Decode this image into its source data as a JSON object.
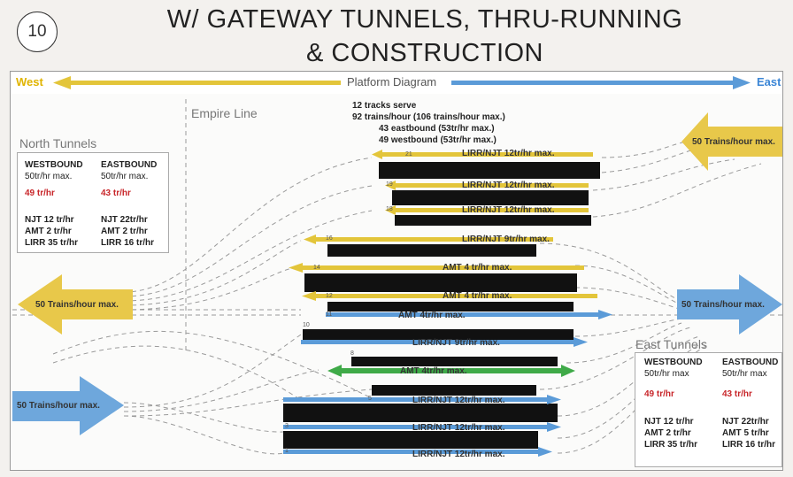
{
  "badge": "10",
  "title_line1": "W/ GATEWAY TUNNELS, THRU-RUNNING",
  "title_line2": "& CONSTRUCTION",
  "header": {
    "west": "West",
    "platform": "Platform Diagram",
    "east": "East"
  },
  "empire_line": "Empire Line",
  "summary": [
    "12 tracks serve",
    "92 trains/hour (106 trains/hour max.)",
    "43 eastbound (53tr/hr max.)",
    "49 westbound (53tr/hr max.)"
  ],
  "north_tunnels": {
    "title": "North Tunnels",
    "west_head": "WESTBOUND",
    "west_max": "50tr/hr max.",
    "west_rate": "49 tr/hr",
    "west_lines": [
      "NJT 12 tr/hr",
      "AMT 2 tr/hr",
      "LIRR 35 tr/hr"
    ],
    "east_head": "EASTBOUND",
    "east_max": "50tr/hr max.",
    "east_rate": "43 tr/hr",
    "east_lines": [
      "NJT 22tr/hr",
      "AMT 2 tr/hr",
      "LIRR 16 tr/hr"
    ]
  },
  "east_tunnels": {
    "title": "East Tunnels",
    "west_head": "WESTBOUND",
    "west_max": "50tr/hr max",
    "west_rate": "49 tr/hr",
    "west_lines": [
      "NJT 12 tr/hr",
      "AMT 2 tr/hr",
      "LIRR 35 tr/hr"
    ],
    "east_head": "EASTBOUND",
    "east_max": "50tr/hr max",
    "east_rate": "43 tr/hr",
    "east_lines": [
      "NJT 22tr/hr",
      "AMT 5 tr/hr",
      "LIRR 16 tr/hr"
    ]
  },
  "big_arrows": {
    "ne": "50 Trains/hour max.",
    "w": "50 Trains/hour max.",
    "e": "50 Trains/hour max.",
    "sw": "50 Trains/hour max."
  },
  "tracks": [
    {
      "num": "21",
      "label": "LIRR/NJT 12tr/hr max.",
      "color": "#e3c53a"
    },
    {
      "num": "19",
      "label": "LIRR/NJT 12tr/hr max.",
      "color": "#e3c53a"
    },
    {
      "num": "18",
      "label": "LIRR/NJT 12tr/hr max.",
      "color": "#e3c53a"
    },
    {
      "num": "16",
      "label": "LIRR/NJT 9tr/hr max.",
      "color": "#e3c53a"
    },
    {
      "num": "14",
      "label": "AMT 4 tr/hr max.",
      "color": "#e3c53a"
    },
    {
      "num": "12",
      "label": "AMT 4 tr/hr max.",
      "color": "#e3c53a"
    },
    {
      "num": "11",
      "label": "AMT 4tr/hr max.",
      "color": "#5b9bd8"
    },
    {
      "num": "10",
      "label": "LIRR/NJT 9tr/hr max.",
      "color": "#5b9bd8"
    },
    {
      "num": "8",
      "label": "AMT 4tr/hr max.",
      "color": "#3faa48"
    },
    {
      "num": "5",
      "label": "LIRR/NJT 12tr/hr max.",
      "color": "#5b9bd8"
    },
    {
      "num": "3",
      "label": "LIRR/NJT 12tr/hr max.",
      "color": "#5b9bd8"
    },
    {
      "num": "1",
      "label": "LIRR/NJT 12tr/hr max.",
      "color": "#5b9bd8"
    }
  ],
  "colors": {
    "westbound": "#e3c53a",
    "eastbound": "#5b9bd8",
    "bidirectional": "#3faa48",
    "platform": "#111111"
  }
}
